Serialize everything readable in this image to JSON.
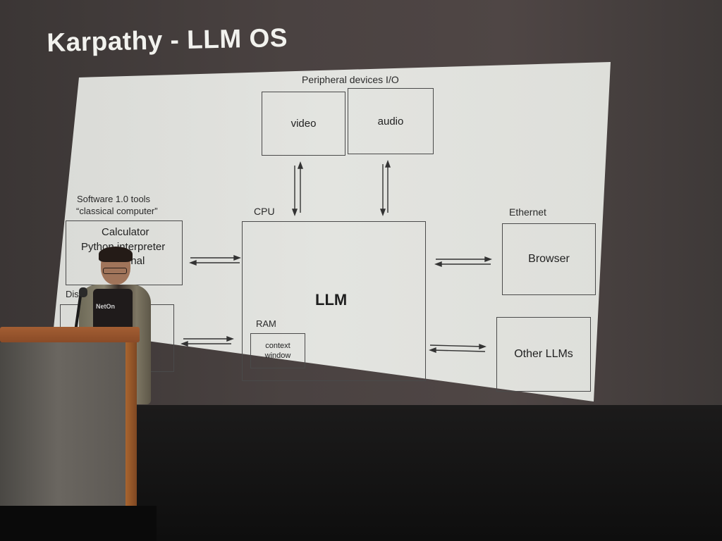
{
  "slide": {
    "title": "Karpathy - LLM OS",
    "peripheral_label": "Peripheral devices I/O",
    "video": "video",
    "audio": "audio",
    "software_tools_line1": "Software 1.0 tools",
    "software_tools_line2": "“classical computer”",
    "calculator": "Calculator",
    "python_interpreter": "Python interpreter",
    "terminal_fragment": "inal",
    "disk_label": "Disk",
    "cpu_label": "CPU",
    "llm": "LLM",
    "ram_label": "RAM",
    "context_window_line1": "context",
    "context_window_line2": "window",
    "ethernet_label": "Ethernet",
    "browser": "Browser",
    "other_llms": "Other LLMs"
  },
  "speaker": {
    "shirt_text": "NetOn"
  },
  "colors": {
    "slide_bg": "#e0e1dd",
    "box_border": "#4a4a4a",
    "title_text": "#f2f2ee",
    "podium_wood": "#a35e33"
  }
}
